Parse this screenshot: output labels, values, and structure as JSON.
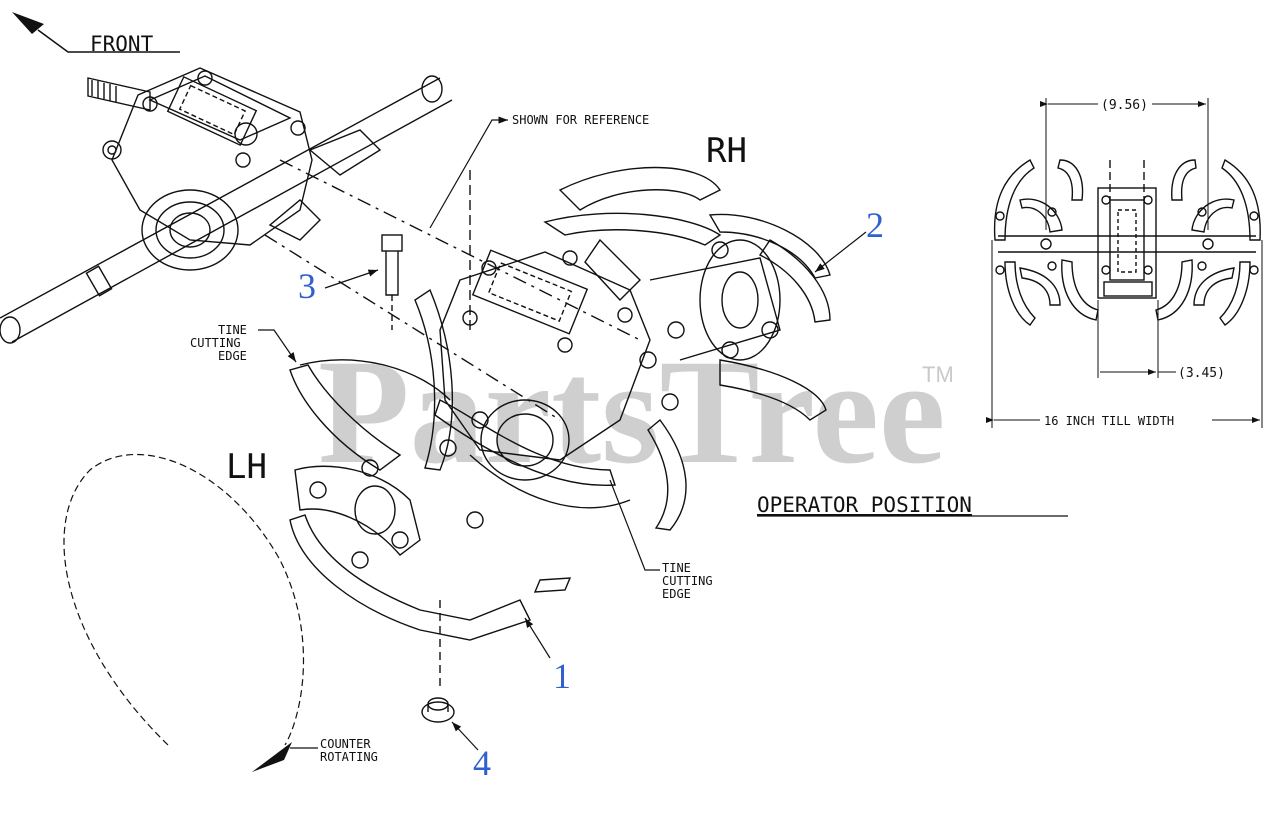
{
  "labels": {
    "front": "FRONT",
    "shown_for_reference": "SHOWN FOR REFERENCE",
    "rh": "RH",
    "lh": "LH",
    "tine_cutting_edge_left": [
      "TINE",
      "CUTTING",
      "EDGE"
    ],
    "tine_cutting_edge_right": [
      "TINE",
      "CUTTING",
      "EDGE"
    ],
    "counter_rotating": [
      "COUNTER",
      "ROTATING"
    ],
    "operator_position": "OPERATOR POSITION",
    "dim_top": "(9.56)",
    "dim_mid": "(3.45)",
    "dim_width": "16 INCH TILL WIDTH"
  },
  "callouts": {
    "c1": "1",
    "c2": "2",
    "c3": "3",
    "c4": "4"
  },
  "watermark": {
    "text": "PartsTree",
    "tm": "TM"
  },
  "colors": {
    "line": "#111111",
    "callout": "#2f5fd0",
    "watermark": "#c9c9c9"
  }
}
